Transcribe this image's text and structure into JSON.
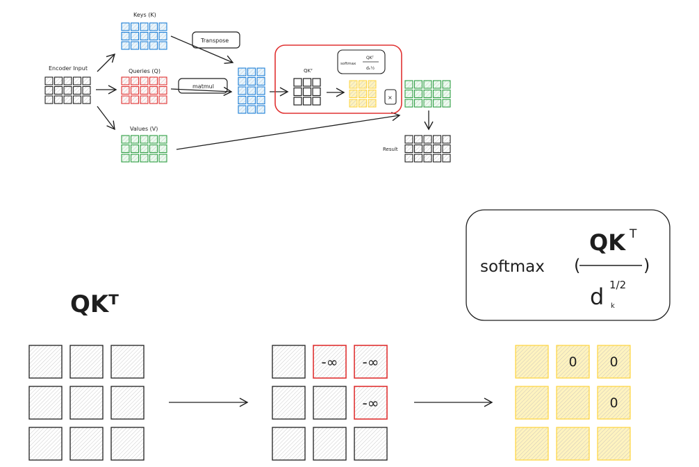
{
  "labels": {
    "keys": "Keys (K)",
    "queries": "Queries (Q)",
    "values": "Values (V)",
    "encoder_input": "Encoder Input",
    "transpose": "Transpose",
    "matmul": "matmul",
    "qkt_small": "QKᵀ",
    "softmax_small": "softmax",
    "formula_num_small": "QKᵀ",
    "formula_den_small": "dₖ½",
    "multiply": "×",
    "result": "Result",
    "qkt_big": "QKᵀ",
    "softmax_big": "softmax",
    "formula_num_big": "QK",
    "formula_sup_big": "T",
    "formula_den_big": "d",
    "formula_den_sup_big": "1/2",
    "formula_den_sub_big": "k",
    "neg_inf": "-∞",
    "zero": "0"
  },
  "colors": {
    "black": "#1e1e1e",
    "blue": "#1c7ed6",
    "red": "#e03131",
    "green": "#2f9e44",
    "yellow": "#ffd43b",
    "yellow_fill": "#fff3bf",
    "red_box": "#e03131"
  },
  "matrices": {
    "masked": [
      [
        "",
        "-∞",
        "-∞"
      ],
      [
        "",
        "",
        "-∞"
      ],
      [
        "",
        "",
        ""
      ]
    ],
    "softmaxed": [
      [
        "",
        "0",
        "0"
      ],
      [
        "",
        "",
        "0"
      ],
      [
        "",
        "",
        ""
      ]
    ]
  }
}
